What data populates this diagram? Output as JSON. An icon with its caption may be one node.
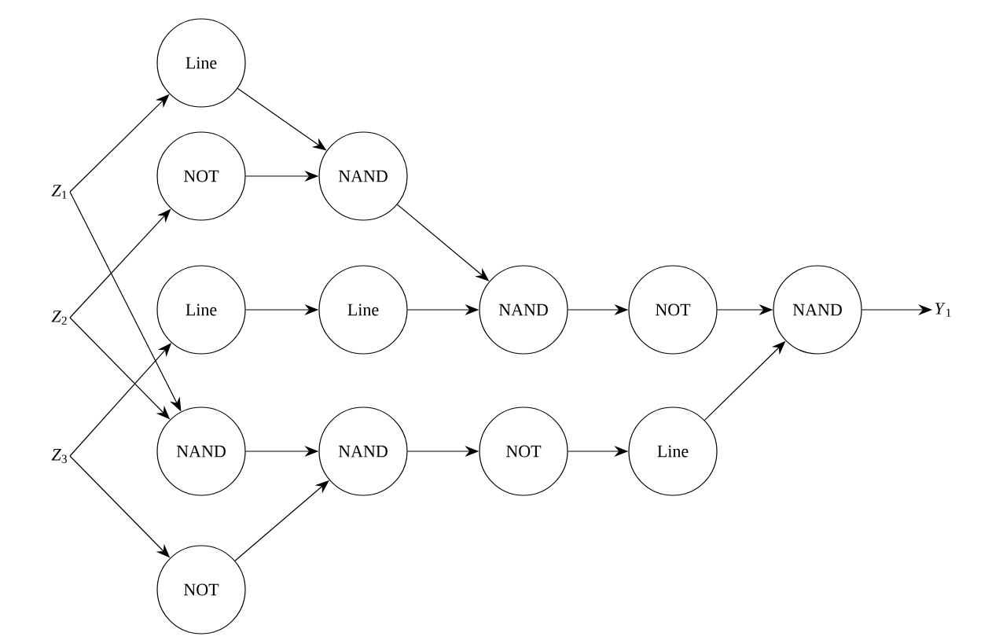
{
  "diagram": {
    "nodes": [
      {
        "text": [
          "Line"
        ]
      },
      {
        "text": [
          "*Z*$_{1}$"
        ]
      },
      {
        "text": [
          "NOT"
        ]
      },
      {
        "text": [
          "NAND"
        ]
      },
      {
        "text": [
          "*Z*$_{2}$"
        ]
      },
      {
        "text": [
          "Line"
        ]
      },
      {
        "text": [
          "Line"
        ]
      },
      {
        "text": [
          "NAND"
        ]
      },
      {
        "text": [
          "NOT"
        ]
      },
      {
        "text": [
          "NAND"
        ]
      },
      {
        "text": [
          "*Y*$_{1}$"
        ]
      },
      {
        "text": [
          "*Z*$_{3}$"
        ]
      },
      {
        "text": [
          "NAND"
        ]
      },
      {
        "text": [
          "NAND"
        ]
      },
      {
        "text": [
          "NOT"
        ]
      },
      {
        "text": [
          "Line"
        ]
      },
      {
        "text": [
          "NOT"
        ]
      }
    ],
    "edges": [
      {
        "from": 1,
        "to": 0,
        "arrow": "to"
      },
      {
        "from": 1,
        "to": 12,
        "arrow": "to"
      },
      {
        "from": 4,
        "to": 2,
        "arrow": "to"
      },
      {
        "from": 4,
        "to": 12,
        "arrow": "to"
      },
      {
        "from": 11,
        "to": 5,
        "arrow": "to"
      },
      {
        "from": 11,
        "to": 16,
        "arrow": "to"
      },
      {
        "from": 0,
        "to": 3,
        "arrow": "to"
      },
      {
        "from": 2,
        "to": 3,
        "arrow": "to"
      },
      {
        "from": 3,
        "to": 7,
        "arrow": "to"
      },
      {
        "from": 5,
        "to": 6,
        "arrow": "to"
      },
      {
        "from": 6,
        "to": 7,
        "arrow": "to"
      },
      {
        "from": 7,
        "to": 8,
        "arrow": "to"
      },
      {
        "from": 8,
        "to": 9,
        "arrow": "to"
      },
      {
        "from": 9,
        "to": 10,
        "arrow": "to"
      },
      {
        "from": 12,
        "to": 13,
        "arrow": "to"
      },
      {
        "from": 16,
        "to": 13,
        "arrow": "to"
      },
      {
        "from": 13,
        "to": 14,
        "arrow": "to"
      },
      {
        "from": 14,
        "to": 15,
        "arrow": "to"
      },
      {
        "from": 15,
        "to": 9,
        "arrow": "to"
      }
    ]
  }
}
